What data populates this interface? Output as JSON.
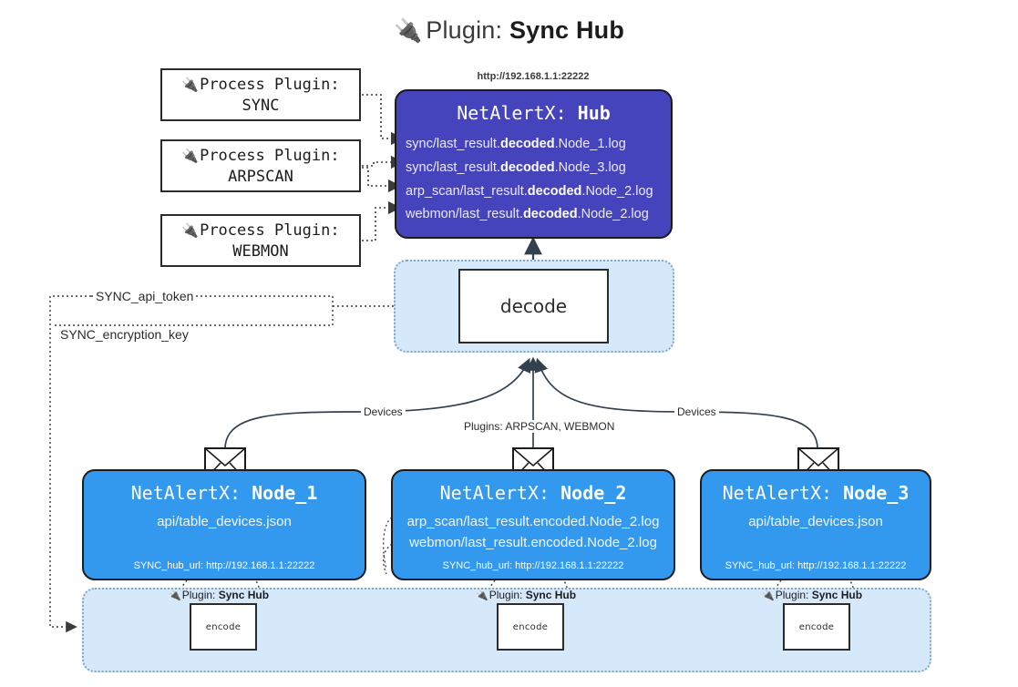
{
  "title": {
    "icon": "plug-icon",
    "prefix": "Plugin:",
    "name": "Sync Hub",
    "glyph": "🔌"
  },
  "process_plugins": [
    {
      "icon": "plug-icon",
      "line1": "Process Plugin:",
      "line2": "SYNC"
    },
    {
      "icon": "plug-icon",
      "line1": "Process Plugin:",
      "line2": "ARPSCAN"
    },
    {
      "icon": "plug-icon",
      "line1": "Process Plugin:",
      "line2": "WEBMON"
    }
  ],
  "hub": {
    "url": "http://192.168.1.1:22222",
    "title_prefix": "NetAlertX:",
    "title_name": "Hub",
    "logs": [
      {
        "pre": "sync/last_result.",
        "mid": "decoded",
        "post": ".Node_1.log"
      },
      {
        "pre": "sync/last_result.",
        "mid": "decoded",
        "post": ".Node_3.log"
      },
      {
        "pre": "arp_scan/last_result.",
        "mid": "decoded",
        "post": ".Node_2.log"
      },
      {
        "pre": "webmon/last_result.",
        "mid": "decoded",
        "post": ".Node_2.log"
      }
    ]
  },
  "decode": {
    "label": "decode"
  },
  "secrets": [
    {
      "label": "SYNC_api_token"
    },
    {
      "label": "SYNC_encryption_key"
    }
  ],
  "edges": {
    "devices_left": "Devices",
    "devices_right": "Devices",
    "plugins_center": "Plugins: ARPSCAN, WEBMON"
  },
  "nodes": [
    {
      "title_prefix": "NetAlertX:",
      "title_name": "Node_1",
      "lines": [
        "api/table_devices.json"
      ],
      "footer": "SYNC_hub_url: http://192.168.1.1:22222",
      "envelope_icon": "envelope-icon"
    },
    {
      "title_prefix": "NetAlertX:",
      "title_name": "Node_2",
      "lines": [
        "arp_scan/last_result.encoded.Node_2.log",
        "webmon/last_result.encoded.Node_2.log"
      ],
      "footer": "SYNC_hub_url: http://192.168.1.1:22222",
      "envelope_icon": "envelope-icon"
    },
    {
      "title_prefix": "NetAlertX:",
      "title_name": "Node_3",
      "lines": [
        "api/table_devices.json"
      ],
      "footer": "SYNC_hub_url: http://192.168.1.1:22222",
      "envelope_icon": "envelope-icon"
    }
  ],
  "encoders": [
    {
      "tag_prefix": "Plugin:",
      "tag_name": "Sync Hub",
      "label": "encode",
      "glyph": "🔌"
    },
    {
      "tag_prefix": "Plugin:",
      "tag_name": "Sync Hub",
      "label": "encode",
      "glyph": "🔌"
    },
    {
      "tag_prefix": "Plugin:",
      "tag_name": "Sync Hub",
      "label": "encode",
      "glyph": "🔌"
    }
  ],
  "colors": {
    "hub": "#4544bd",
    "node": "#3399ef",
    "container": "#d6e9fb",
    "container_border": "#7fa9c9",
    "stroke": "#2b2b2b"
  }
}
